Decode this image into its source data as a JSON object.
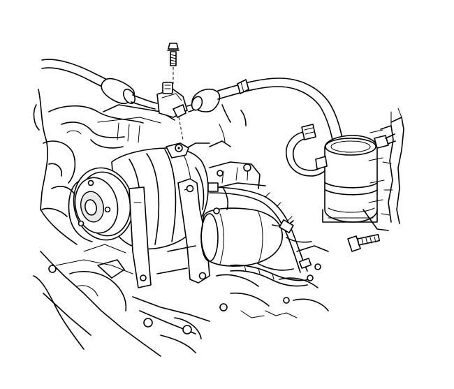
{
  "figure": {
    "background": "#ffffff",
    "line_color": "#000000",
    "style": "monochrome technical line drawing",
    "components": [
      {
        "id": "ac-compressor",
        "icon": "compressor-icon"
      },
      {
        "id": "compressor-clutch-pulley",
        "icon": "pulley-icon"
      },
      {
        "id": "mounting-bracket",
        "icon": "bracket-icon"
      },
      {
        "id": "refrigerant-hose-assembly",
        "icon": "hose-icon"
      },
      {
        "id": "hose-manifold-block",
        "icon": "manifold-icon"
      },
      {
        "id": "manifold-bolt",
        "icon": "bolt-icon"
      },
      {
        "id": "accumulator-drier",
        "icon": "canister-icon"
      },
      {
        "id": "accumulator-bracket-bolt",
        "icon": "bolt-icon"
      },
      {
        "id": "starter-motor",
        "icon": "motor-icon"
      },
      {
        "id": "wiring-harness",
        "icon": "wire-icon"
      },
      {
        "id": "engine-block",
        "icon": "engine-icon"
      }
    ]
  }
}
